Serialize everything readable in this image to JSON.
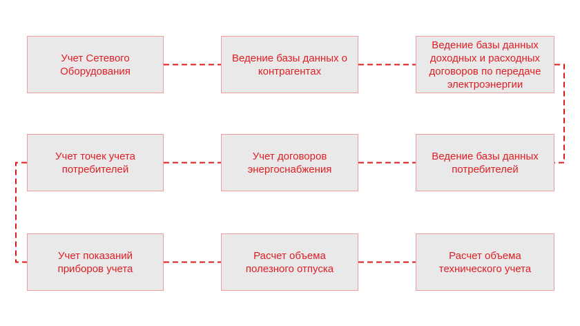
{
  "diagram": {
    "title": "",
    "colors": {
      "background": "#ffffff",
      "node_fill": "#e9e9e9",
      "node_border": "#ee9c9c",
      "text": "#e01d22",
      "connector": "#dc1717"
    },
    "nodes": [
      {
        "id": "network-equipment",
        "row": 0,
        "col": 0,
        "label": "Учет Сетевого\nОборудования"
      },
      {
        "id": "counterparties-db",
        "row": 0,
        "col": 1,
        "label": "Ведение базы данных о\nконтрагентах"
      },
      {
        "id": "transmission-contracts-db",
        "row": 0,
        "col": 2,
        "label": "Ведение базы данных\nдоходных и расходных\nдоговоров по передаче\nэлектроэнергии"
      },
      {
        "id": "consumer-metering-points",
        "row": 1,
        "col": 0,
        "label": "Учет точек учета\nпотребителей"
      },
      {
        "id": "supply-contracts",
        "row": 1,
        "col": 1,
        "label": "Учет договоров\nэнергоснабжения"
      },
      {
        "id": "consumers-db",
        "row": 1,
        "col": 2,
        "label": "Ведение базы данных\nпотребителей"
      },
      {
        "id": "meter-readings",
        "row": 2,
        "col": 0,
        "label": "Учет показаний\nприборов учета"
      },
      {
        "id": "useful-output-volume",
        "row": 2,
        "col": 1,
        "label": "Расчет объема\nполезного отпуска"
      },
      {
        "id": "technical-metering-volume",
        "row": 2,
        "col": 2,
        "label": "Расчет объема\nтехнического учета"
      }
    ],
    "connections": [
      {
        "from": "network-equipment",
        "to": "counterparties-db",
        "style": "dashed",
        "shape": "straight"
      },
      {
        "from": "counterparties-db",
        "to": "transmission-contracts-db",
        "style": "dashed",
        "shape": "straight"
      },
      {
        "from": "transmission-contracts-db",
        "to": "consumers-db",
        "style": "dashed",
        "shape": "elbow-right"
      },
      {
        "from": "consumers-db",
        "to": "supply-contracts",
        "style": "dashed",
        "shape": "straight"
      },
      {
        "from": "supply-contracts",
        "to": "consumer-metering-points",
        "style": "dashed",
        "shape": "straight"
      },
      {
        "from": "consumer-metering-points",
        "to": "meter-readings",
        "style": "dashed",
        "shape": "elbow-left"
      },
      {
        "from": "meter-readings",
        "to": "useful-output-volume",
        "style": "dashed",
        "shape": "straight"
      },
      {
        "from": "useful-output-volume",
        "to": "technical-metering-volume",
        "style": "dashed",
        "shape": "straight"
      }
    ]
  }
}
